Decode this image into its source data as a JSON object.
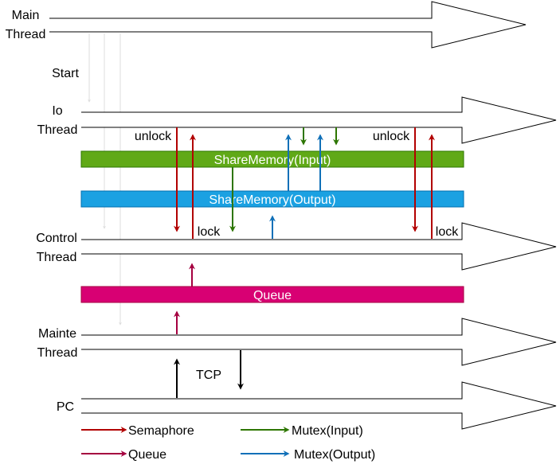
{
  "colors": {
    "semaphore": "#b20000",
    "queue": "#a50040",
    "mutex_input": "#2d7600",
    "mutex_output": "#1070b8",
    "green_bar": "#60a917",
    "blue_bar": "#1ba1e2",
    "queue_bar": "#d80073",
    "black": "#000000"
  },
  "threads": {
    "main": {
      "line1": "Main",
      "line2": "Thread"
    },
    "io": {
      "line1": "Io",
      "line2": "Thread"
    },
    "control": {
      "line1": "Control",
      "line2": "Thread"
    },
    "mainte": {
      "line1": "Mainte",
      "line2": "Thread"
    },
    "pc": {
      "label": "PC"
    }
  },
  "start_label": "Start",
  "bars": {
    "share_input": "ShareMemory(Input)",
    "share_output": "ShareMemory(Output)",
    "queue": "Queue"
  },
  "labels": {
    "unlock_left": "unlock",
    "unlock_right": "unlock",
    "lock_left": "lock",
    "lock_right": "lock",
    "tcp": "TCP"
  },
  "legend": {
    "semaphore": "Semaphore",
    "queue": "Queue",
    "mutex_input": "Mutex(Input)",
    "mutex_output": "Mutex(Output)"
  }
}
